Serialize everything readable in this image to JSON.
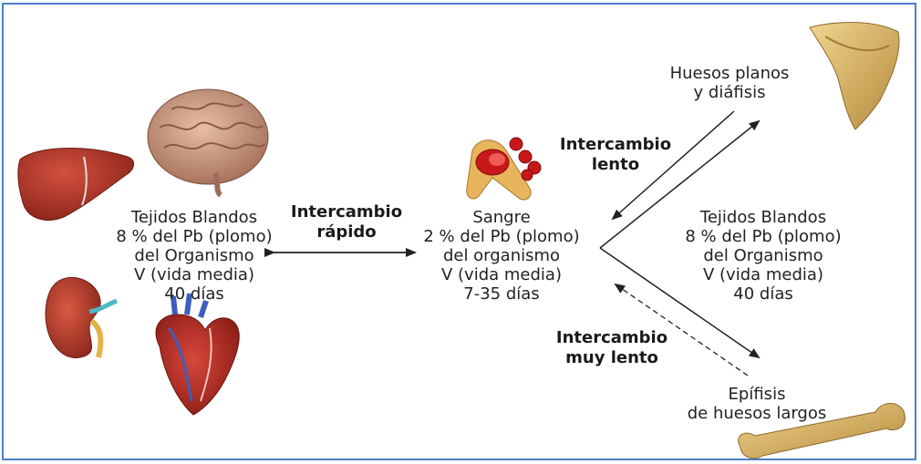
{
  "left_block": {
    "lines": [
      "Tejidos Blandos",
      "8 % del Pb (plomo)",
      "del Organismo",
      "V (vida media)",
      "40 días"
    ]
  },
  "center_block": {
    "lines": [
      "Sangre",
      "2 % del Pb (plomo)",
      "del organismo",
      "V (vida media)",
      "7-35 días"
    ]
  },
  "right_block": {
    "lines": [
      "Tejidos Blandos",
      "8 % del Pb (plomo)",
      "del Organismo",
      "V (vida media)",
      "40 días"
    ]
  },
  "huesos_planos": {
    "lines": [
      "Huesos planos",
      "y diáfisis"
    ]
  },
  "epifisis": {
    "lines": [
      "Epífisis",
      "de huesos largos"
    ]
  },
  "exchange_fast": {
    "lines": [
      "Intercambio",
      "rápido"
    ]
  },
  "exchange_slow": {
    "lines": [
      "Intercambio",
      "lento"
    ]
  },
  "exchange_very_slow": {
    "lines": [
      "Intercambio",
      "muy lento"
    ]
  },
  "colors": {
    "border": "#4a7fc8",
    "organ_red": "#b8322a",
    "bone": "#d9b56a",
    "arrow": "#222222"
  },
  "icons": [
    "liver-icon",
    "brain-icon",
    "kidney-icon",
    "heart-icon",
    "blood-cells-icon",
    "scapula-icon",
    "long-bone-icon"
  ]
}
